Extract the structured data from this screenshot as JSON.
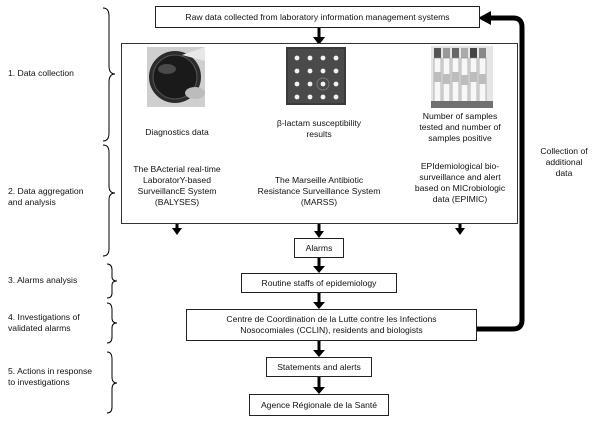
{
  "diagram": {
    "top_box": "Raw data collected from laboratory information management systems",
    "stages": [
      "1. Data collection",
      "2. Data aggregation\nand analysis",
      "3. Alarms analysis",
      "4. Investigations of\nvalidated alarms",
      "5. Actions in response\nto investigations"
    ],
    "columns": [
      {
        "data_label": "Diagnostics data",
        "system": "The BActerial real-time\nLaboratorY-based\nSurveillancE System\n(BALYSES)"
      },
      {
        "data_label": "β-lactam susceptibility\nresults",
        "system": "The Marseille Antibiotic\nResistance Surveillance System\n(MARSS)"
      },
      {
        "data_label": "Number of samples\ntested and number of\nsamples positive",
        "system": "EPIdemiological bio-\nsurveillance and alert\nbased on MICrobiologic\ndata (EPIMIC)"
      }
    ],
    "alarms_box": "Alarms",
    "routine_box": "Routine staffs of epidemiology",
    "cclin_box": "Centre de Coordination de la Lutte contre les Infections\nNosocomiales (CCLIN), residents and biologists",
    "statements_box": "Statements and alerts",
    "ars_box": "Agence Régionale de la Santé",
    "feedback_label": "Collection of\nadditional\ndata",
    "colors": {
      "line": "#000000",
      "box_border": "#222222"
    },
    "photos": [
      "petri-dish-photo",
      "antibiotic-disk-plate-photo",
      "sample-tubes-photo"
    ]
  }
}
